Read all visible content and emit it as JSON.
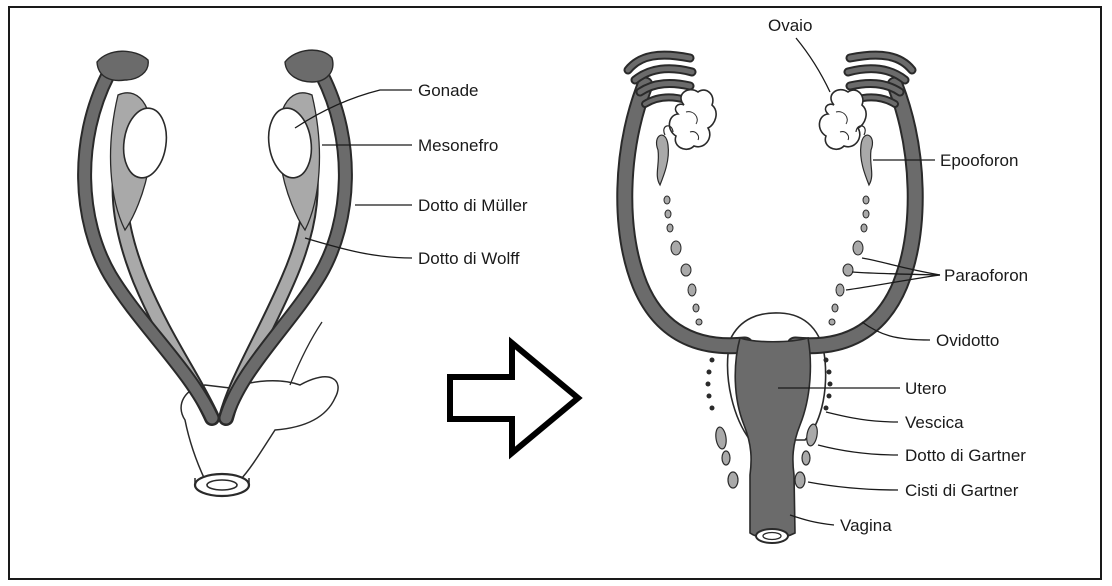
{
  "figure": {
    "before_labels": {
      "gonade": "Gonade",
      "mesonefro": "Mesonefro",
      "dotto_muller": "Dotto di Müller",
      "dotto_wolff": "Dotto di Wolff"
    },
    "after_labels": {
      "ovaio": "Ovaio",
      "epooforon": "Epooforon",
      "paraoforon": "Paraoforon",
      "ovidotto": "Ovidotto",
      "utero": "Utero",
      "vescica": "Vescica",
      "dotto_gartner": "Dotto di Gartner",
      "cisti_gartner": "Cisti di Gartner",
      "vagina": "Vagina"
    },
    "colors": {
      "duct_dark": "#6b6b6b",
      "duct_light": "#a9a9a9",
      "outline": "#2a2a2a",
      "organ_fill": "#ffffff",
      "arrow_stroke": "#000000"
    },
    "arrow_icon": "right-arrow-outline-icon"
  }
}
